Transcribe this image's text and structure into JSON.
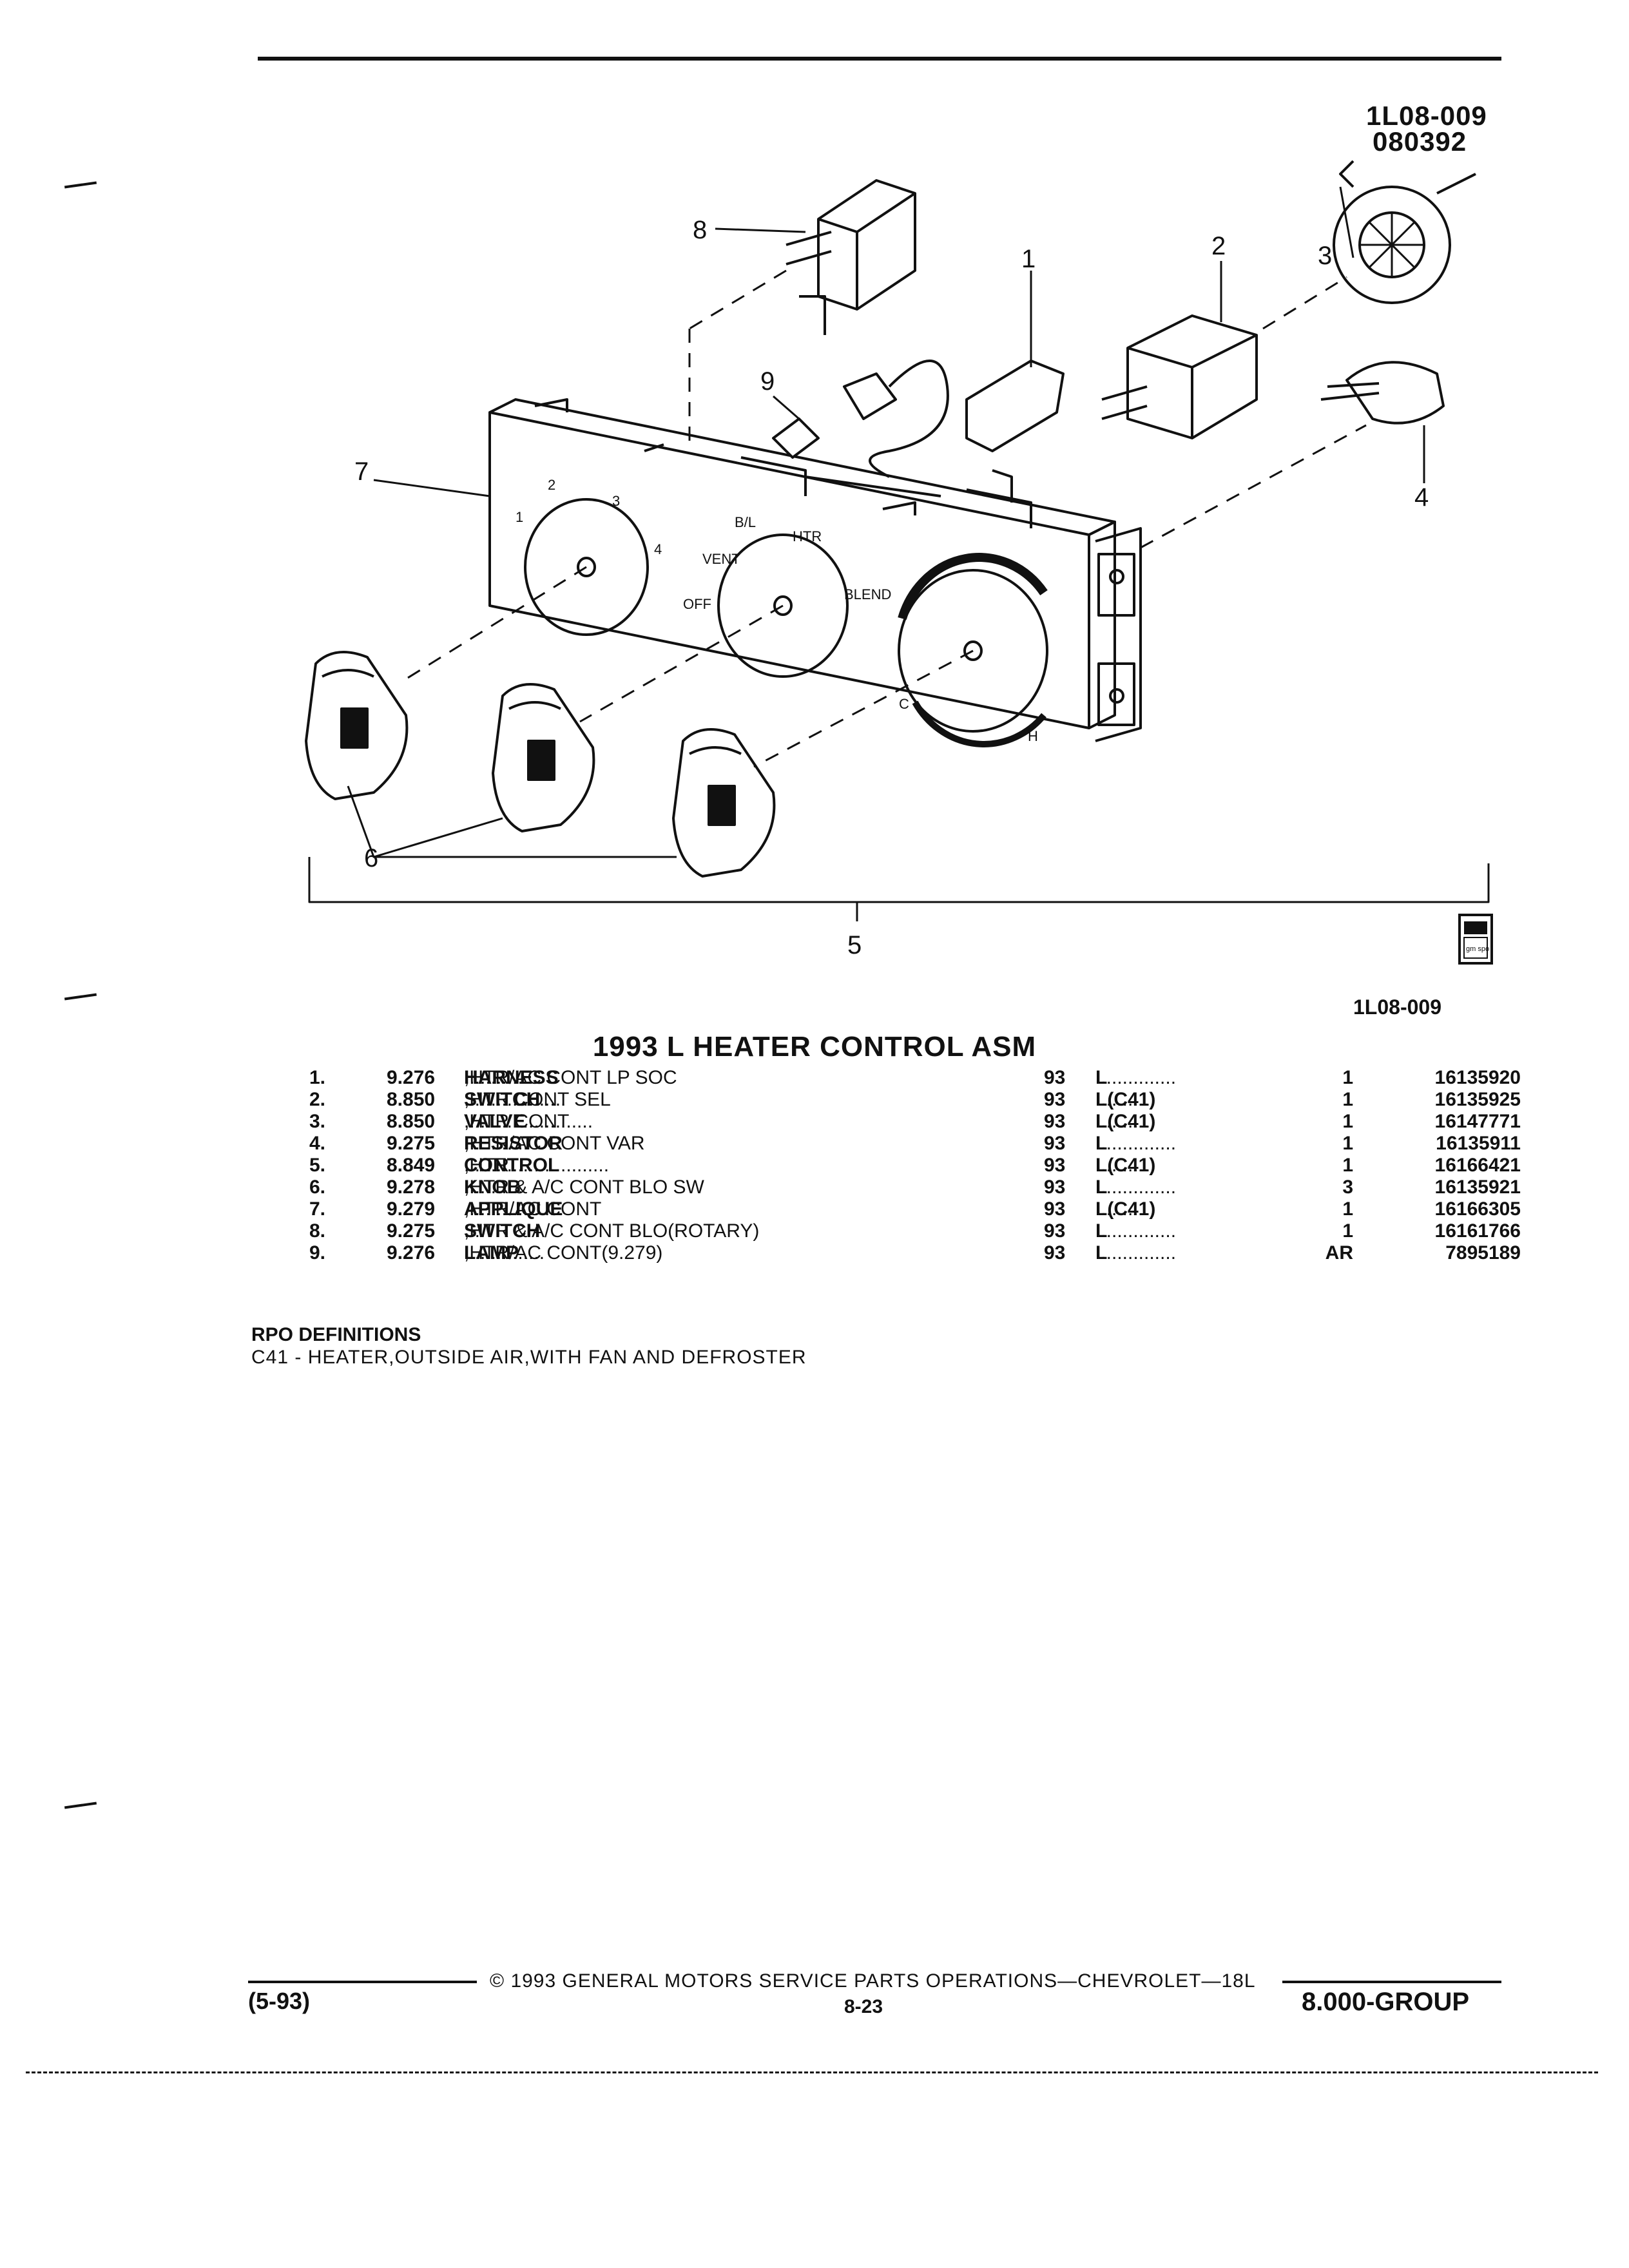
{
  "figure": {
    "id_top": "1L08-009",
    "date_code": "080392",
    "id_bottom": "1L08-009",
    "callouts": [
      "1",
      "2",
      "3",
      "4",
      "5",
      "6",
      "7",
      "8",
      "9"
    ],
    "dial_labels": {
      "fan": [
        "1",
        "2",
        "3",
        "4"
      ],
      "mode": [
        "VENT",
        "B/L",
        "HTR",
        "BLEND",
        "OFF"
      ],
      "temp": [
        "C",
        "H"
      ]
    },
    "logo_text": "gm spo"
  },
  "title": "1993 L HEATER CONTROL ASM",
  "parts": [
    {
      "num": "1.",
      "ref": "9.276",
      "name": "HARNESS",
      "rest": " ,HTR/AC CONT LP SOC",
      "dots": " ...........",
      "yr": "93",
      "model": "L",
      "mdots": " ...............",
      "qty": "1",
      "pn": "16135920"
    },
    {
      "num": "2.",
      "ref": "8.850",
      "name": "SWITCH",
      "rest": " ,HTR CONT SEL",
      "dots": " ...................",
      "yr": "93",
      "model": "L(C41)",
      "mdots": " ..........",
      "qty": "1",
      "pn": "16135925"
    },
    {
      "num": "3.",
      "ref": "8.850",
      "name": "VALVE",
      "rest": " ,HTR CONT",
      "dots": " ........................",
      "yr": "93",
      "model": "L(C41)",
      "mdots": " ..........",
      "qty": "1",
      "pn": "16147771"
    },
    {
      "num": "4.",
      "ref": "9.275",
      "name": "RESISTOR",
      "rest": " ,HTR/AC CONT VAR",
      "dots": " ............",
      "yr": "93",
      "model": "L",
      "mdots": " ...............",
      "qty": "1",
      "pn": "16135911"
    },
    {
      "num": "5.",
      "ref": "8.849",
      "name": "CONTROL",
      "rest": " ,HTR",
      "dots": " ...........................",
      "yr": "93",
      "model": "L(C41)",
      "mdots": " ..........",
      "qty": "1",
      "pn": "16166421"
    },
    {
      "num": "6.",
      "ref": "9.278",
      "name": "KNOB",
      "rest": " ,HTR & A/C CONT BLO SW",
      "dots": " ...........",
      "yr": "93",
      "model": "L",
      "mdots": " ...............",
      "qty": "3",
      "pn": "16135921"
    },
    {
      "num": "7.",
      "ref": "9.279",
      "name": "APPLIQUE",
      "rest": " ,HTR/AC CONT",
      "dots": " ..................",
      "yr": "93",
      "model": "L(C41)",
      "mdots": " ..........",
      "qty": "1",
      "pn": "16166305"
    },
    {
      "num": "8.",
      "ref": "9.275",
      "name": "SWITCH",
      "rest": " ,HTR & A/C CONT BLO(ROTARY)",
      "dots": " ....",
      "yr": "93",
      "model": "L",
      "mdots": " ...............",
      "qty": "1",
      "pn": "16161766"
    },
    {
      "num": "9.",
      "ref": "9.276",
      "name": "LAMP",
      "rest": " ,HTR/AC CONT(9.279)",
      "dots": " ...............",
      "yr": "93",
      "model": "L",
      "mdots": " ...............",
      "qty": "AR",
      "pn": "7895189"
    }
  ],
  "rpo": {
    "heading": "RPO DEFINITIONS",
    "definition": "C41 - HEATER,OUTSIDE AIR,WITH FAN AND DEFROSTER"
  },
  "footer": {
    "copyright": "© 1993 GENERAL MOTORS SERVICE PARTS OPERATIONS—CHEVROLET—18L",
    "date": "(5-93)",
    "page": "8-23",
    "group": "8.000-GROUP"
  }
}
